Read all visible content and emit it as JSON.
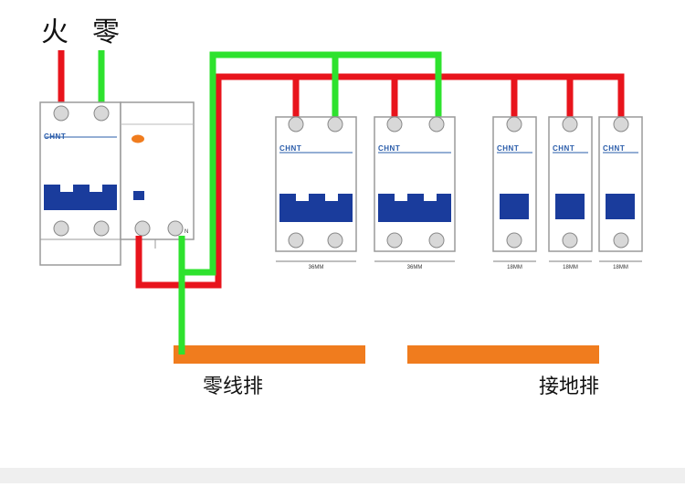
{
  "labels": {
    "fire": "火",
    "neutral": "零",
    "neutral_bar": "零线排",
    "ground_bar": "接地排",
    "n_terminal": "N"
  },
  "brand": "CHNT",
  "breakers": [
    {
      "id": "branch-1",
      "width_label": "36MM"
    },
    {
      "id": "branch-2",
      "width_label": "36MM"
    },
    {
      "id": "branch-3",
      "width_label": "18MM"
    },
    {
      "id": "branch-4",
      "width_label": "18MM"
    },
    {
      "id": "branch-5",
      "width_label": "18MM"
    }
  ],
  "colors": {
    "live_wire": "#e8141c",
    "neutral_wire": "#2ee22e",
    "busbar": "#f07c1e",
    "toggle": "#1a3c9c",
    "breaker_body": "#ffffff",
    "breaker_outline": "#9a9a9a",
    "brand": "#2a5caa",
    "indicator": "#f07c1e"
  }
}
